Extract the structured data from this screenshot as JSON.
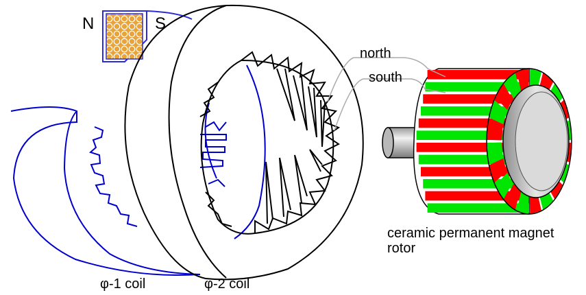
{
  "diagram": {
    "magnet": {
      "north_pole": "N",
      "south_pole": "S"
    },
    "labels": {
      "north": "north",
      "south": "south",
      "rotor_line1": "ceramic permanent magnet",
      "rotor_line2": "rotor",
      "coil1": "φ-1 coil",
      "coil2": "φ-2 coil"
    },
    "colors": {
      "outline": "#000000",
      "phase1_coil": "#0000cc",
      "magnet_frame": "#2b2bd6",
      "magnet_fill": "#e8a33a",
      "rotor_north": "#ff0000",
      "rotor_south": "#00e600",
      "leader": "#aaaaaa",
      "shaft": "#c8c8c8"
    }
  }
}
